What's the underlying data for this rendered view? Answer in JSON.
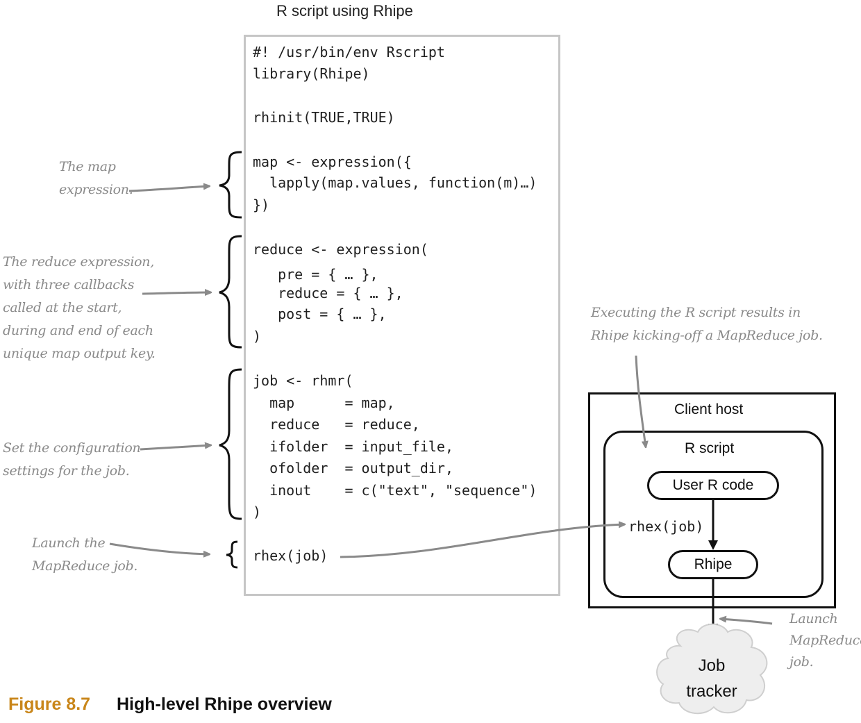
{
  "diagram": {
    "script_title": "R script using Rhipe",
    "code_lines": [
      "#! /usr/bin/env Rscript",
      "library(Rhipe)",
      "rhinit(TRUE,TRUE)",
      "map <- expression({",
      "  lapply(map.values, function(m)…)",
      "})",
      "reduce <- expression(",
      "  pre = { … },",
      "  reduce = { … },",
      "  post = { … },",
      ")",
      "job <- rhmr(",
      "  map      = map,",
      "  reduce   = reduce,",
      "  ifolder  = input_file,",
      "  ofolder  = output_dir,",
      "  inout    = c(\"text\", \"sequence\")",
      ")",
      "rhex(job)"
    ],
    "annotations": {
      "map_expression": "The map\nexpression.",
      "reduce_expression": "The reduce expression,\nwith three callbacks\ncalled at the start,\nduring and end of each\nunique map output key.",
      "config": "Set the configuration\nsettings for the job.",
      "launch": "Launch the\nMapReduce job.",
      "executing": "Executing the R script results in\nRhipe kicking-off a MapReduce job.",
      "launch_right": "Launch\nMapReduce\njob."
    },
    "client_host": {
      "label": "Client host",
      "r_script_label": "R script",
      "user_code": "User R code",
      "rhex_call": "rhex(job)",
      "rhipe": "Rhipe"
    },
    "job_tracker": "Job\ntracker"
  },
  "caption": {
    "number": "Figure 8.7",
    "text": "High-level Rhipe overview"
  },
  "colors": {
    "caption_number": "#c9861a",
    "annotation_gray": "#8a8a8a",
    "box_border": "#c6c6c6"
  }
}
